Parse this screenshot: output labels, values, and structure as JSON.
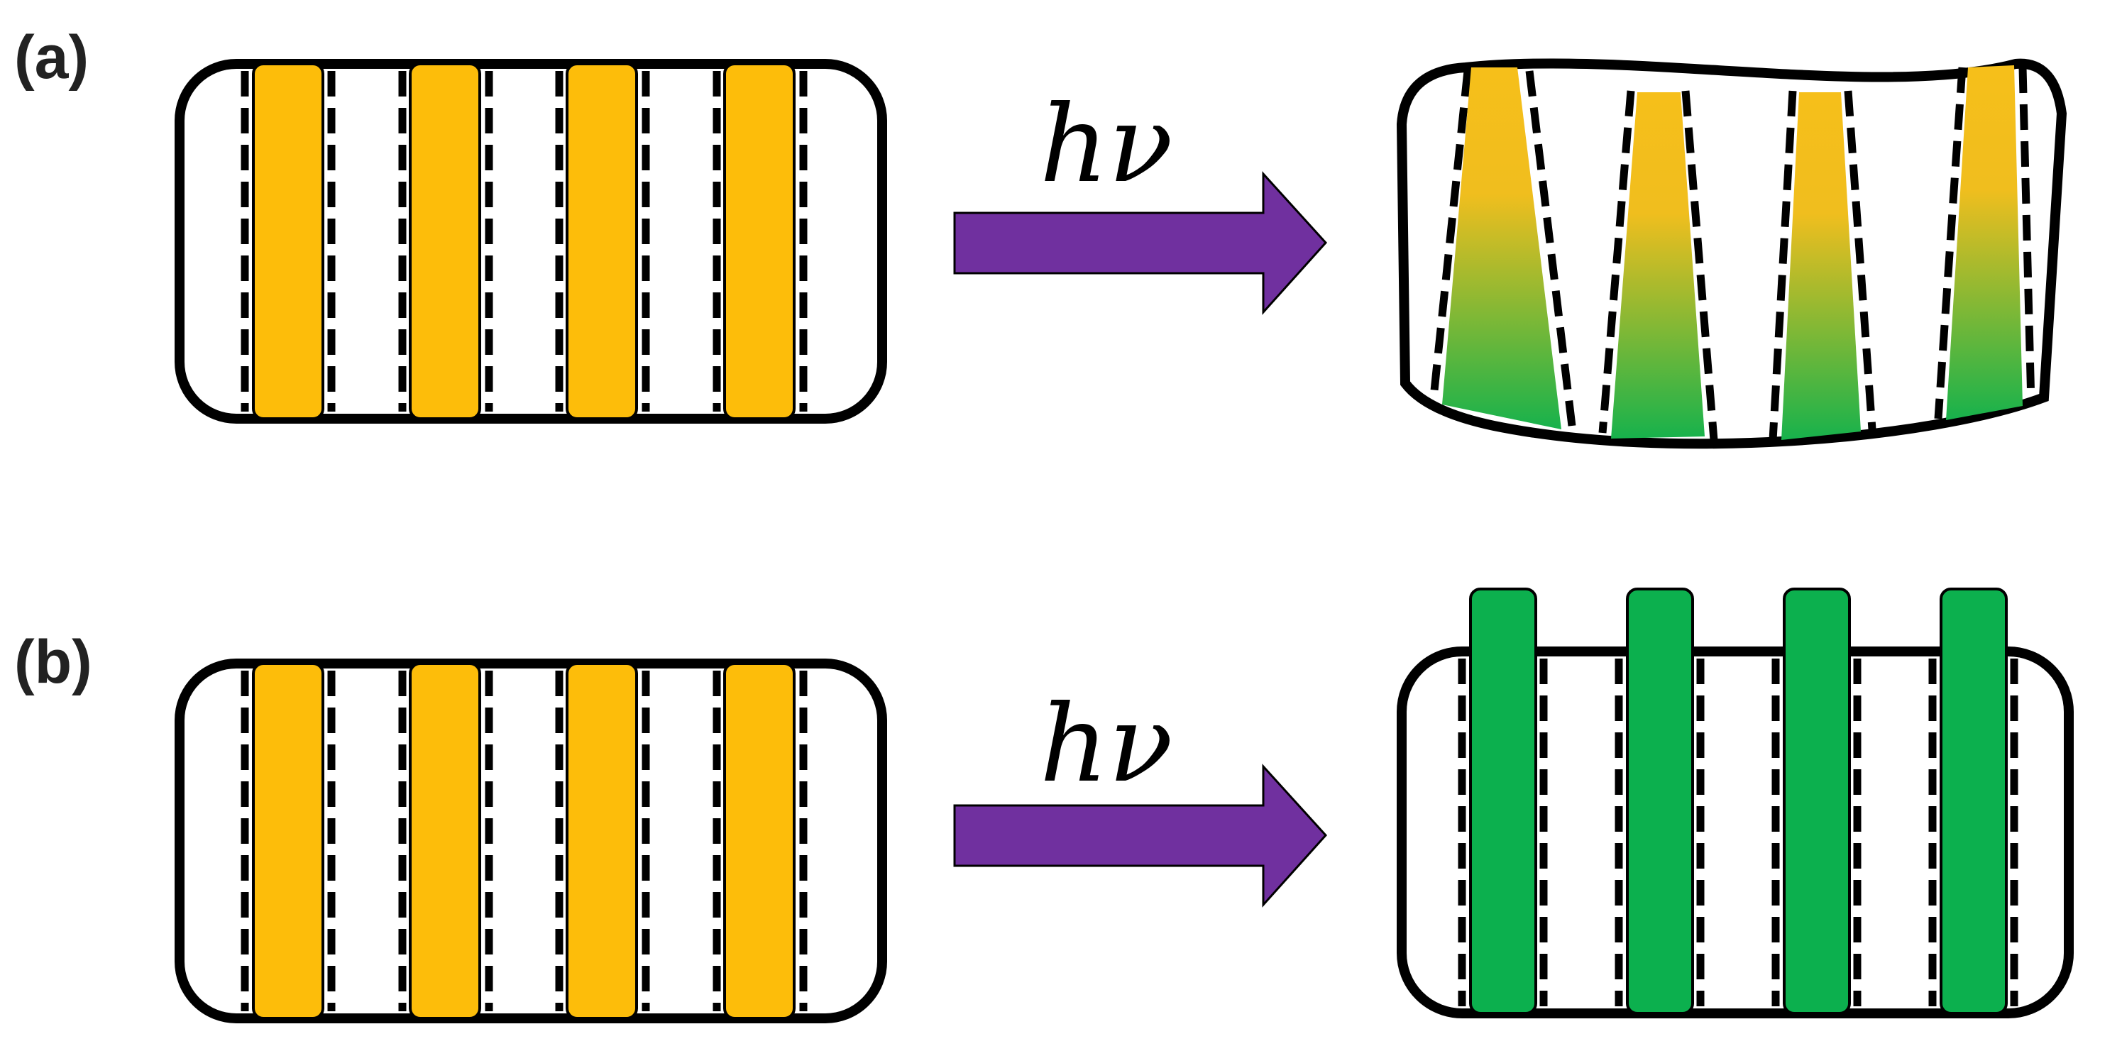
{
  "panels": [
    {
      "id": "a",
      "label": "(a)",
      "arrow_label": "hν"
    },
    {
      "id": "b",
      "label": "(b)",
      "arrow_label": "hν"
    }
  ],
  "colors": {
    "initial_rod": "#fdbd0a",
    "final_rod": "#0cb04e",
    "gradient_top": "#f6bf1a",
    "gradient_bottom": "#17b24c",
    "arrow": "#70309f",
    "outline": "#000000",
    "label": "#222222"
  }
}
